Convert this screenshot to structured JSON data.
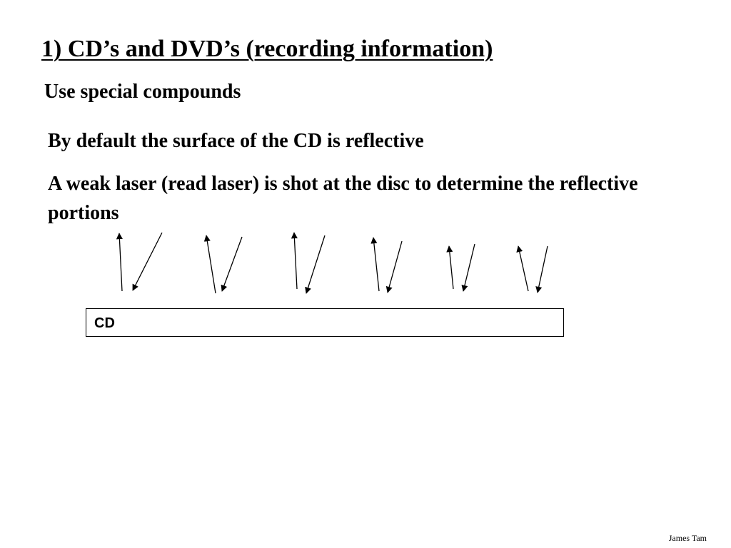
{
  "slide": {
    "title": "1) CD’s and DVD’s (recording information)",
    "subtitle": "Use special compounds",
    "bullets": [
      "By default the surface of the CD is reflective",
      "A weak laser (read laser) is shot at the disc to determine the reflective portions"
    ],
    "footer": "James Tam"
  },
  "diagram": {
    "disc_label": "CD",
    "reflection_pairs": 6,
    "line_color": "#000000"
  }
}
